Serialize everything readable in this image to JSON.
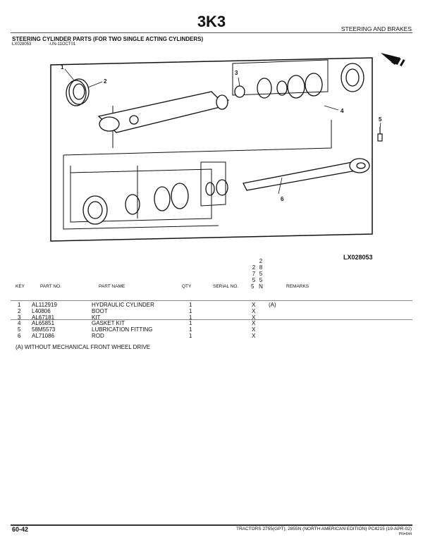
{
  "header": {
    "title": "3K3",
    "section": "STEERING AND BRAKES"
  },
  "figure": {
    "subtitle": "STEERING CYLINDER PARTS (FOR TWO SINGLE ACTING CYLINDERS)",
    "id": "LX028053",
    "date_code": "-UN-11OCT01",
    "label": "LX028053",
    "callouts": [
      "1",
      "2",
      "3",
      "4",
      "5",
      "6"
    ]
  },
  "table": {
    "headers": {
      "key": "KEY",
      "part_no": "PART NO.",
      "part_name": "PART NAME",
      "qty": "QTY",
      "serial": "SERIAL NO.",
      "model1": [
        "2",
        "7",
        "5",
        "5"
      ],
      "model2": [
        "2",
        "8",
        "5",
        "5",
        "N"
      ],
      "remarks": "REMARKS"
    },
    "rows": [
      {
        "key": "1",
        "part_no": "AL112919",
        "part_name": "HYDRAULIC CYLINDER",
        "qty": "1",
        "m1": "X",
        "remarks": "(A)"
      },
      {
        "key": "2",
        "part_no": "L40806",
        "part_name": "BOOT",
        "qty": "1",
        "m1": "X",
        "remarks": ""
      },
      {
        "key": "3",
        "part_no": "AL67181",
        "part_name": "KIT",
        "qty": "1",
        "m1": "X",
        "remarks": ""
      },
      {
        "key": "4",
        "part_no": "AL65851",
        "part_name": "GASKET KIT",
        "qty": "1",
        "m1": "X",
        "remarks": ""
      },
      {
        "key": "5",
        "part_no": "58M5573",
        "part_name": "LUBRICATION FITTING",
        "qty": "1",
        "m1": "X",
        "remarks": ""
      },
      {
        "key": "6",
        "part_no": "AL71086",
        "part_name": "ROD",
        "qty": "1",
        "m1": "X",
        "remarks": ""
      }
    ],
    "footnote": "(A) WITHOUT MECHANICAL FRONT WHEEL DRIVE"
  },
  "footer": {
    "page": "60-42",
    "text": "TRACTORS 2755(GPT), 2855N (NORTH AMERICAN EDITION)   PC4215     (19-APR-02)",
    "pn": "PN=644"
  }
}
